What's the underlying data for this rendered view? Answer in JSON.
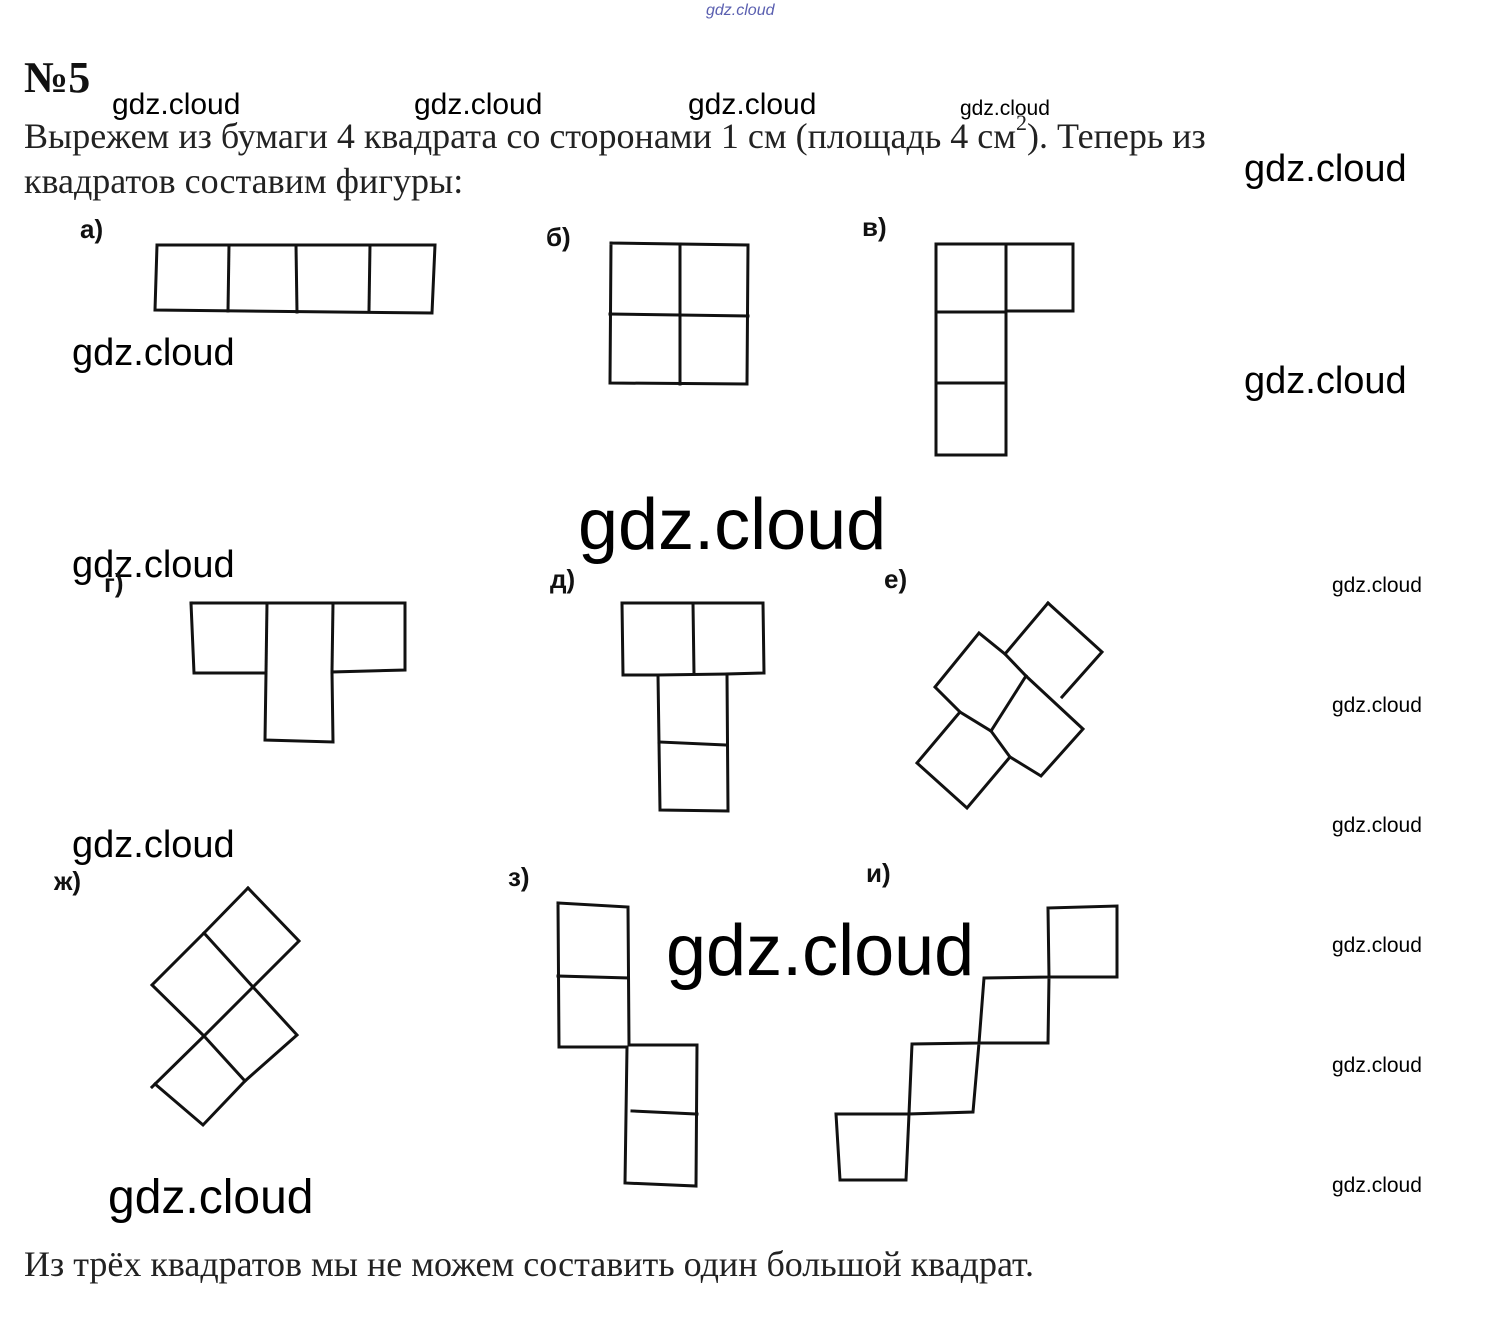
{
  "task_number": "№5",
  "intro_line1": "Вырежем из бумаги 4 квадрата со сторонами 1 см (площадь 4 см",
  "intro_sup": "2",
  "intro_line1_end": "). Теперь из",
  "intro_line2": "квадратов составим фигуры:",
  "figure_labels": {
    "a": "а)",
    "b": "б)",
    "v": "в)",
    "g": "г)",
    "d": "д)",
    "e": "е)",
    "zh": "ж)",
    "z": "з)",
    "i": "и)"
  },
  "conclusion": "Из трёх квадратов мы не можем составить один большой квадрат.",
  "watermark": "gdz.cloud"
}
